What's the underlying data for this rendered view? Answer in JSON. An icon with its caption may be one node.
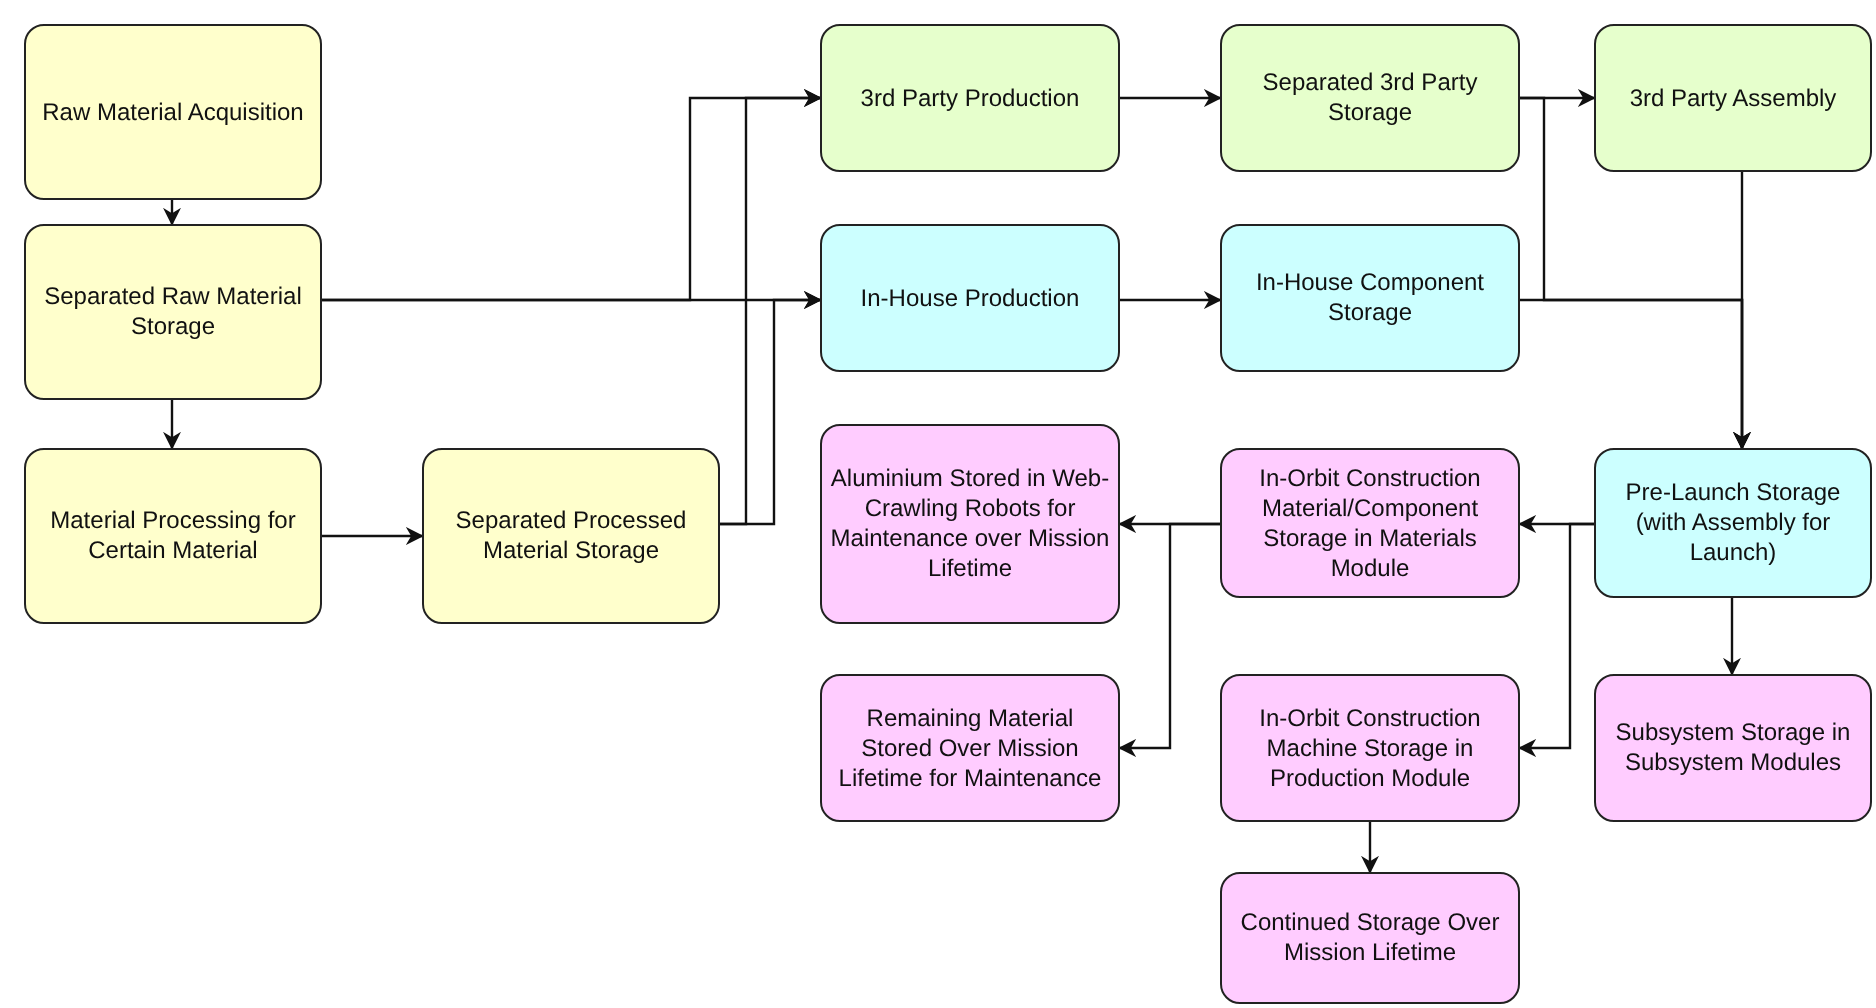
{
  "diagram": {
    "nodes": [
      {
        "text": [
          "Raw Material Acquisition"
        ]
      },
      {
        "text": [
          "Separated Raw Material Storage"
        ]
      },
      {
        "text": [
          "Material Processing for Certain Material"
        ]
      },
      {
        "text": [
          "Separated Processed Material Storage"
        ]
      },
      {
        "text": [
          "3rd Party Production"
        ]
      },
      {
        "text": [
          "In-House Production"
        ]
      },
      {
        "text": [
          "Aluminium Stored in Web-Crawling Robots for Maintenance over Mission Lifetime"
        ]
      },
      {
        "text": [
          "Remaining Material Stored Over Mission Lifetime for Maintenance"
        ]
      },
      {
        "text": [
          "Separated 3rd Party Storage"
        ]
      },
      {
        "text": [
          "In-House Component Storage"
        ]
      },
      {
        "text": [
          "In-Orbit Construction Material/Component Storage in Materials Module"
        ]
      },
      {
        "text": [
          "In-Orbit Construction Machine Storage in Production Module"
        ]
      },
      {
        "text": [
          "Continued Storage Over Mission Lifetime"
        ]
      },
      {
        "text": [
          "3rd Party Assembly"
        ]
      },
      {
        "text": [
          "Pre-Launch Storage (with Assembly for Launch)"
        ]
      },
      {
        "text": [
          "Subsystem Storage in Subsystem Modules"
        ]
      }
    ],
    "edges": [
      {
        "from": 0,
        "to": 1,
        "arrow": "to"
      },
      {
        "from": 1,
        "to": 2,
        "arrow": "to"
      },
      {
        "from": 2,
        "to": 3,
        "arrow": "to"
      },
      {
        "from": 1,
        "to": 4,
        "arrow": "to"
      },
      {
        "from": 1,
        "to": 5,
        "arrow": "to"
      },
      {
        "from": 3,
        "to": 4,
        "arrow": "to"
      },
      {
        "from": 3,
        "to": 5,
        "arrow": "to"
      },
      {
        "from": 4,
        "to": 8,
        "arrow": "to"
      },
      {
        "from": 5,
        "to": 9,
        "arrow": "to"
      },
      {
        "from": 8,
        "to": 13,
        "arrow": "to"
      },
      {
        "from": 8,
        "to": 14,
        "arrow": "to"
      },
      {
        "from": 9,
        "to": 14,
        "arrow": "to"
      },
      {
        "from": 13,
        "to": 14,
        "arrow": "to"
      },
      {
        "from": 14,
        "to": 10,
        "arrow": "to"
      },
      {
        "from": 14,
        "to": 11,
        "arrow": "to"
      },
      {
        "from": 14,
        "to": 15,
        "arrow": "to"
      },
      {
        "from": 10,
        "to": 6,
        "arrow": "to"
      },
      {
        "from": 10,
        "to": 7,
        "arrow": "to"
      },
      {
        "from": 11,
        "to": 12,
        "arrow": "to"
      }
    ]
  }
}
